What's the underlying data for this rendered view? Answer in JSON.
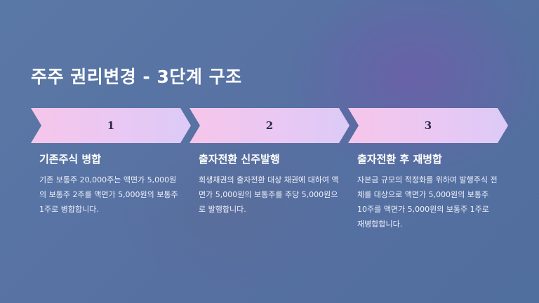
{
  "slide": {
    "title": "주주 권리변경 - 3단계 구조"
  },
  "steps": [
    {
      "number": "1",
      "title": "기존주식 병합",
      "description": "기존 보통주 20,000주는 액면가 5,000원의 보통주 2주를 액면가 5,000원의 보통주 1주로 병합합니다."
    },
    {
      "number": "2",
      "title": "출자전환 신주발행",
      "description": "회생채권의 출자전환 대상 채권에 대하여 액면가 5,000원의 보통주를 주당 5,000원으로 발행합니다."
    },
    {
      "number": "3",
      "title": "출자전환 후 재병합",
      "description": "자본금 규모의 적정화를 위하여 발행주식 전체를 대상으로 액면가 5,000원의 보통주 10주를 액면가 5,000원의 보통주 1주로 재병합합니다."
    }
  ],
  "colors": {
    "chevron_start": "#f6c6ea",
    "chevron_end": "#dccaf6",
    "number_text": "#2b2a48",
    "background": "#5670a2"
  }
}
